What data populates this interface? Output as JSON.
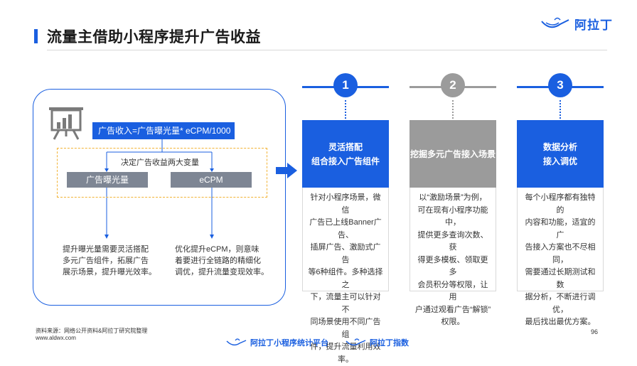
{
  "header": {
    "title": "流量主借助小程序提升广告收益",
    "brand_name": "阿拉丁"
  },
  "left": {
    "formula": "广告收入=广告曝光量* eCPM/1000",
    "decide_label": "决定广告收益两大变量",
    "factor_exposure": "广告曝光量",
    "factor_ecpm": "eCPM",
    "text_exposure": [
      "提升曝光量需要灵活搭配",
      "多元广告组件，拓展广告",
      "展示场景，提升曝光效率。"
    ],
    "text_ecpm": [
      "优化提升eCPM，则意味",
      "着要进行全链路的精细化",
      "调优，提升流量变现效率。"
    ]
  },
  "columns": [
    {
      "number": "1",
      "head": [
        "灵活搭配",
        "组合接入广告组件"
      ],
      "body": [
        "针对小程序场景，微信",
        "广告已上线Banner广告、",
        "插屏广告、激励式广告",
        "等6种组件。多种选择之",
        "下，流量主可以针对不",
        "同场景使用不同广告组",
        "件，提升流量利用效率。"
      ]
    },
    {
      "number": "2",
      "head": [
        "挖掘多元广告接入场景"
      ],
      "body": [
        "以“激励场景”为例，",
        "可在现有小程序功能中，",
        "提供更多查询次数、获",
        "得更多模板、领取更多",
        "会员积分等权限，让用",
        "户通过观看广告“解锁”",
        "权限。"
      ]
    },
    {
      "number": "3",
      "head": [
        "数据分析",
        "接入调优"
      ],
      "body": [
        "每个小程序都有独特的",
        "内容和功能，适宜的广",
        "告接入方案也不尽相同，",
        "需要通过长期测试和数",
        "据分析，不断进行调优，",
        "最后找出最优方案。"
      ]
    }
  ],
  "footer": {
    "source": "资料来源：网络公开资料&阿拉丁研究院整理",
    "url": "www.aldwx.com",
    "page": "96",
    "brand_left": "阿拉丁小程序统计平台",
    "brand_right": "阿拉丁指数"
  },
  "colors": {
    "accent": "#1a5fe0",
    "grey": "#9b9b9b",
    "factor_grey": "#7e8694",
    "dashed_border": "#f2b233"
  },
  "icons": [
    "lamp-logo-icon",
    "presentation-chart-icon",
    "right-arrow-icon"
  ]
}
